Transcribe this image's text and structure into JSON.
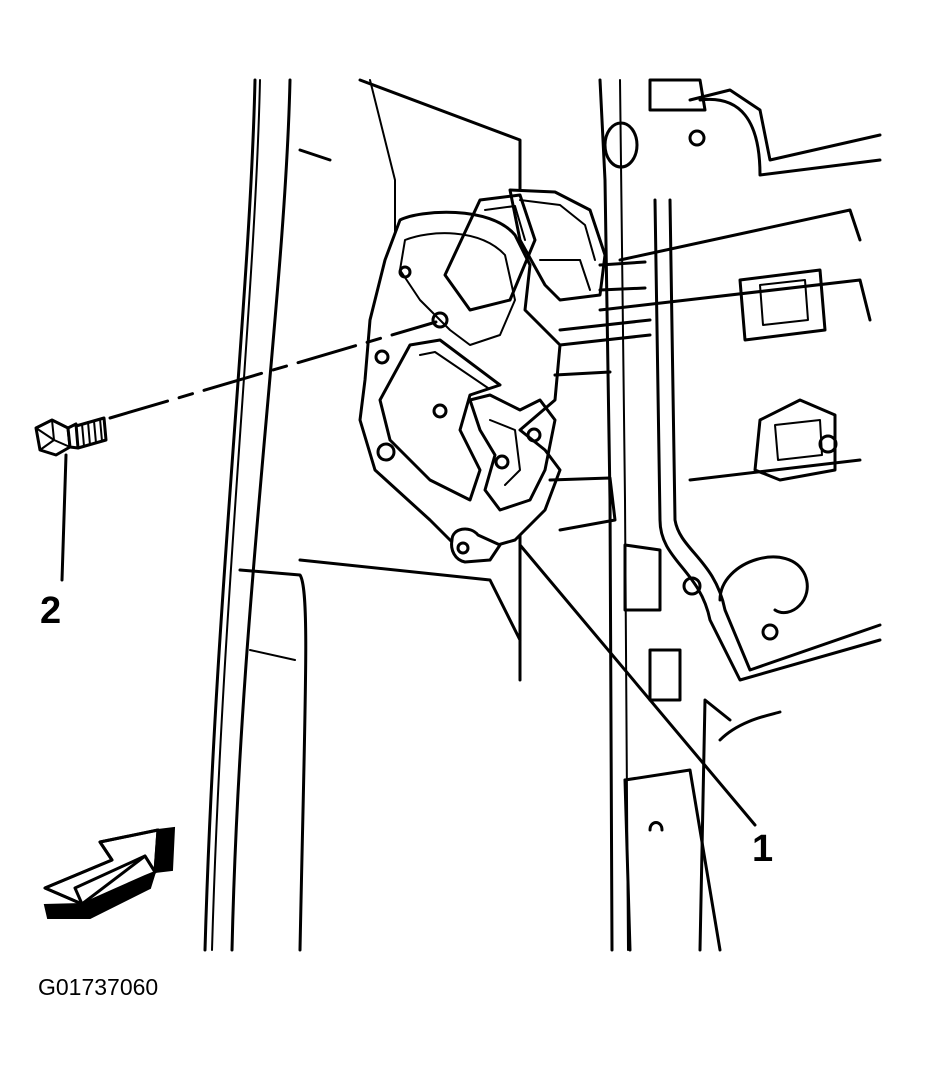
{
  "figure": {
    "id_label": "G01737060",
    "callouts": [
      {
        "number": "1",
        "part": "door-latch-assembly"
      },
      {
        "number": "2",
        "part": "latch-bolt"
      }
    ],
    "line_color": "#000000",
    "background_color": "#ffffff"
  }
}
